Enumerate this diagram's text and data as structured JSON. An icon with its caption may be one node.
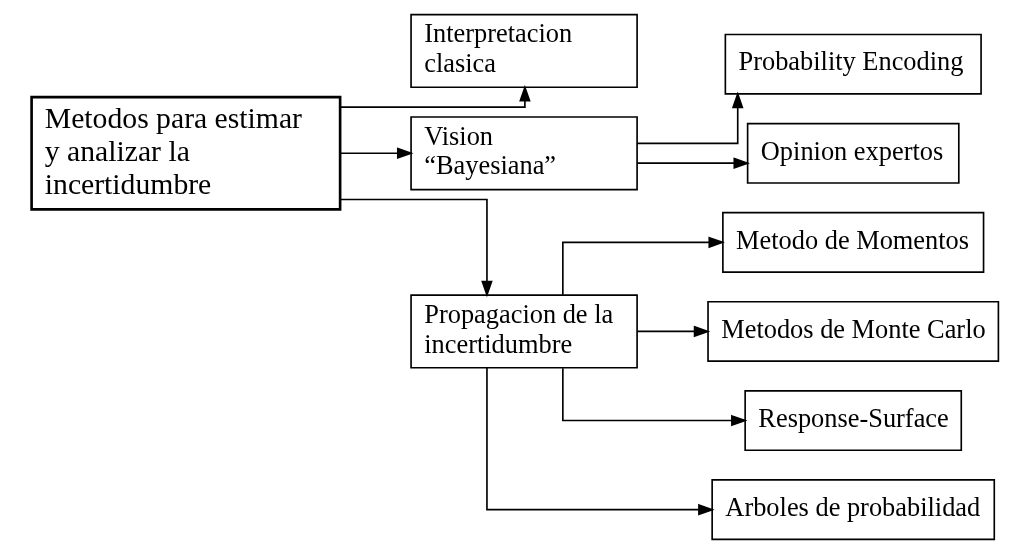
{
  "diagram": {
    "nodes": [
      {
        "text": [
          "Metodos para estimar y analizar la incertidumbre"
        ]
      },
      {
        "text": [
          "Interpretacion clasica"
        ]
      },
      {
        "text": [
          "Vision “Bayesiana”"
        ]
      },
      {
        "text": [
          "Probability Encoding"
        ]
      },
      {
        "text": [
          "Opinion expertos"
        ]
      },
      {
        "text": [
          "Propagacion de la incertidumbre"
        ]
      },
      {
        "text": [
          "Metodo de Momentos"
        ]
      },
      {
        "text": [
          "Metodos de Monte Carlo"
        ]
      },
      {
        "text": [
          "Response-Surface"
        ]
      },
      {
        "text": [
          "Arboles de probabilidad"
        ]
      }
    ],
    "edges": [
      {
        "from": 0,
        "to": 1,
        "arrow": "to"
      },
      {
        "from": 0,
        "to": 2,
        "arrow": "to"
      },
      {
        "from": 0,
        "to": 5,
        "arrow": "to"
      },
      {
        "from": 2,
        "to": 3,
        "arrow": "to"
      },
      {
        "from": 2,
        "to": 4,
        "arrow": "to"
      },
      {
        "from": 5,
        "to": 6,
        "arrow": "to"
      },
      {
        "from": 5,
        "to": 7,
        "arrow": "to"
      },
      {
        "from": 5,
        "to": 8,
        "arrow": "to"
      },
      {
        "from": 5,
        "to": 9,
        "arrow": "to"
      }
    ]
  }
}
